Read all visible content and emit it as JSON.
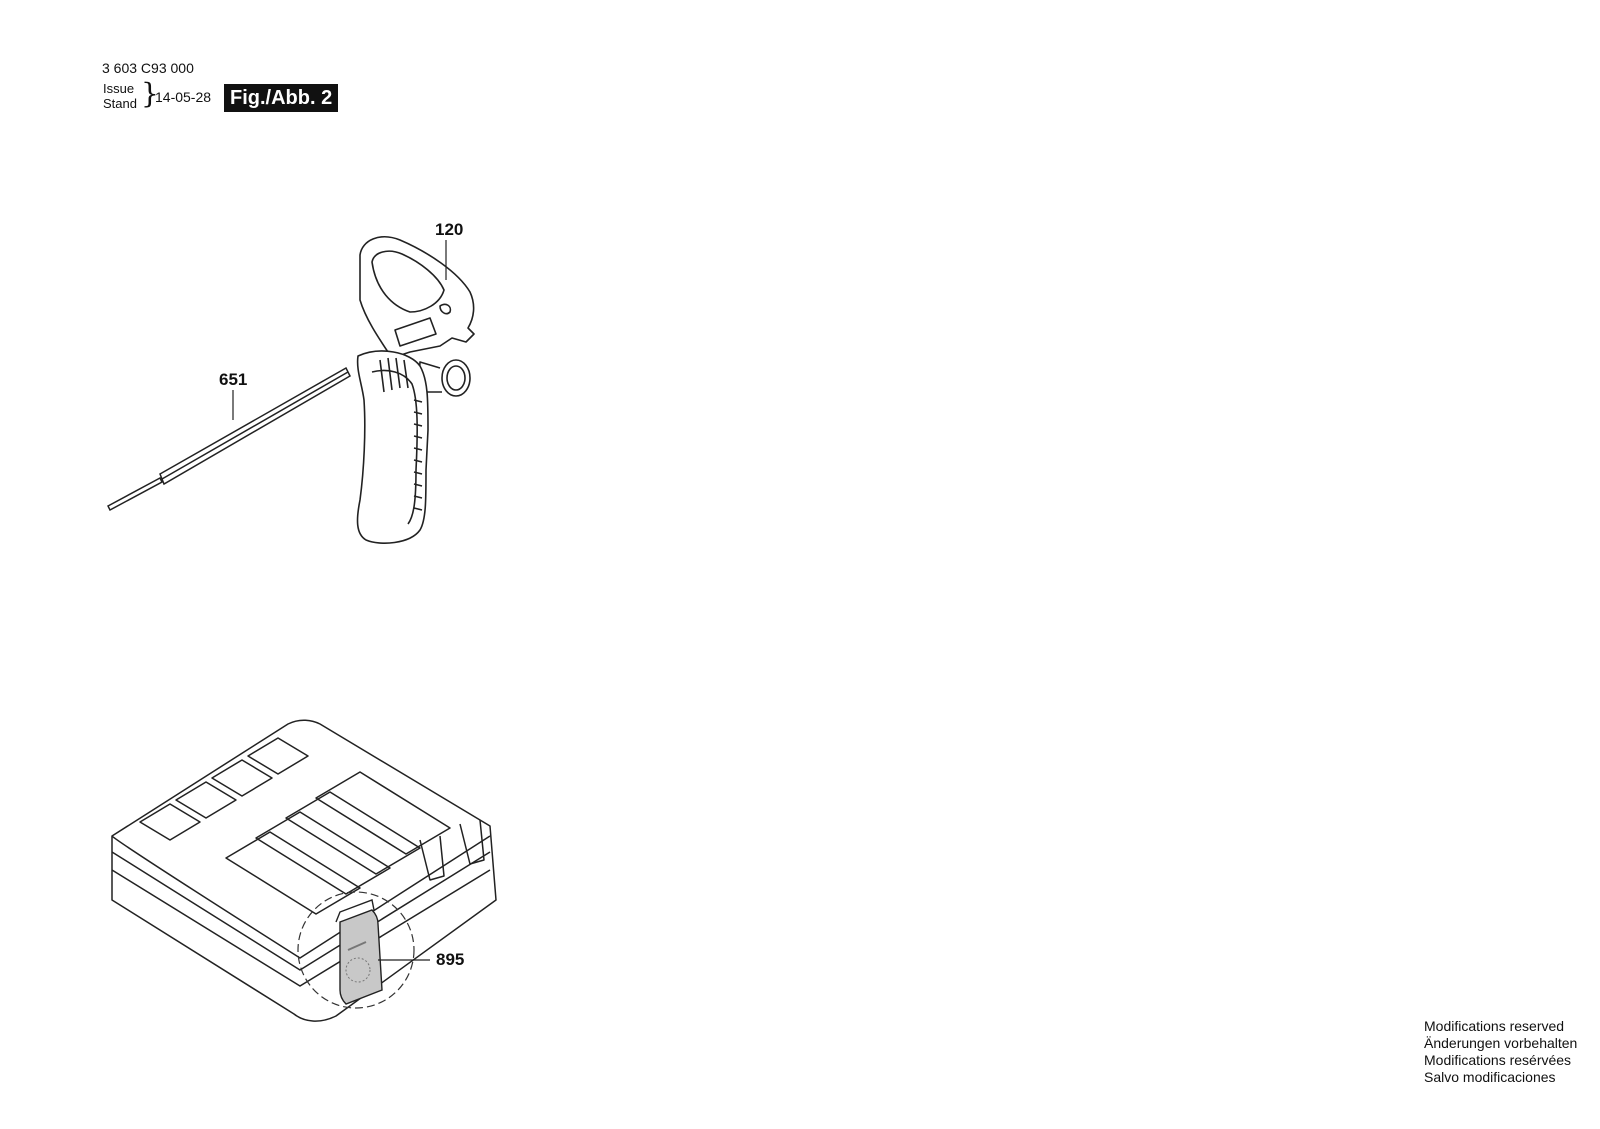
{
  "header": {
    "doc_number": "3 603 C93 000",
    "issue_label": "Issue",
    "stand_label": "Stand",
    "issue_date": "14-05-28",
    "figure_label": "Fig./Abb. 2"
  },
  "parts": [
    {
      "number": "120",
      "icon": "auxiliary-handle-icon"
    },
    {
      "number": "651",
      "icon": "depth-stop-rod-icon"
    },
    {
      "number": "895",
      "icon": "case-label-icon"
    }
  ],
  "notice": {
    "line1": "Modifications reserved",
    "line2": "Änderungen vorbehalten",
    "line3": "Modifications resérvées",
    "line4": "Salvo modificaciones"
  }
}
